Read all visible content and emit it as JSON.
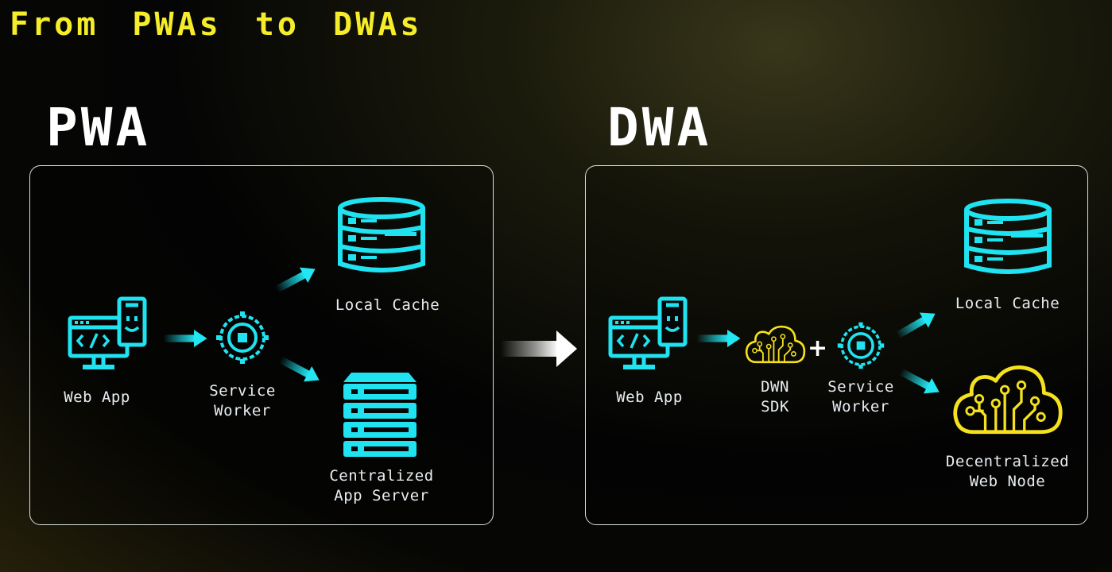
{
  "title": "From PWAs to DWAs",
  "colors": {
    "accent_cyan": "#1fe3f0",
    "accent_yellow": "#f5e21d",
    "title_yellow": "#f5ec2a",
    "panel_border": "#d7e1dc"
  },
  "pwa": {
    "heading": "PWA",
    "web_app": "Web App",
    "service_worker": "Service\nWorker",
    "local_cache": "Local Cache",
    "central_server": "Centralized\nApp Server"
  },
  "dwa": {
    "heading": "DWA",
    "web_app": "Web App",
    "dwn_sdk": "DWN\nSDK",
    "plus": "+",
    "service_worker": "Service\nWorker",
    "local_cache": "Local Cache",
    "dwn": "Decentralized\nWeb Node"
  },
  "icons": [
    "web-app-icon",
    "gear-icon",
    "database-icon",
    "server-icon",
    "cloud-circuit-icon",
    "arrow-icon"
  ]
}
